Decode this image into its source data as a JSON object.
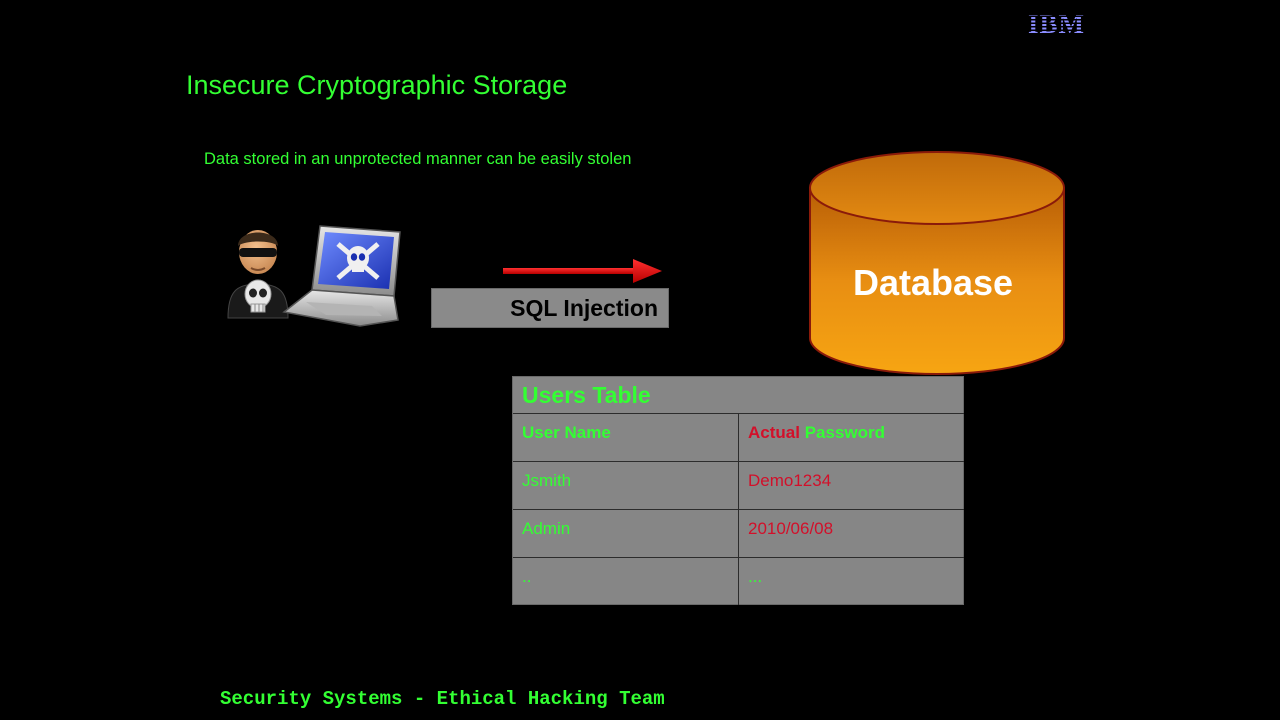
{
  "logo": {
    "text": "IBM"
  },
  "slide": {
    "title": "Insecure Cryptographic Storage",
    "subtitle": "Data stored in an unprotected manner can be easily stolen"
  },
  "attack": {
    "label": "SQL Injection"
  },
  "database": {
    "label": "Database"
  },
  "users_table": {
    "title": "Users Table",
    "headers": {
      "col1": "User Name",
      "col2_prefix": "Actual",
      "col2_suffix": "Password"
    },
    "rows": [
      {
        "user": "Jsmith",
        "password": "Demo1234"
      },
      {
        "user": "Admin",
        "password": "2010/06/08"
      },
      {
        "user": "..",
        "password": "..."
      }
    ]
  },
  "footer": {
    "text": "Security Systems - Ethical Hacking Team"
  },
  "colors": {
    "background": "#000000",
    "accent_green": "#33ff33",
    "password_red": "#d2102a",
    "database_orange": "#f29a12"
  }
}
